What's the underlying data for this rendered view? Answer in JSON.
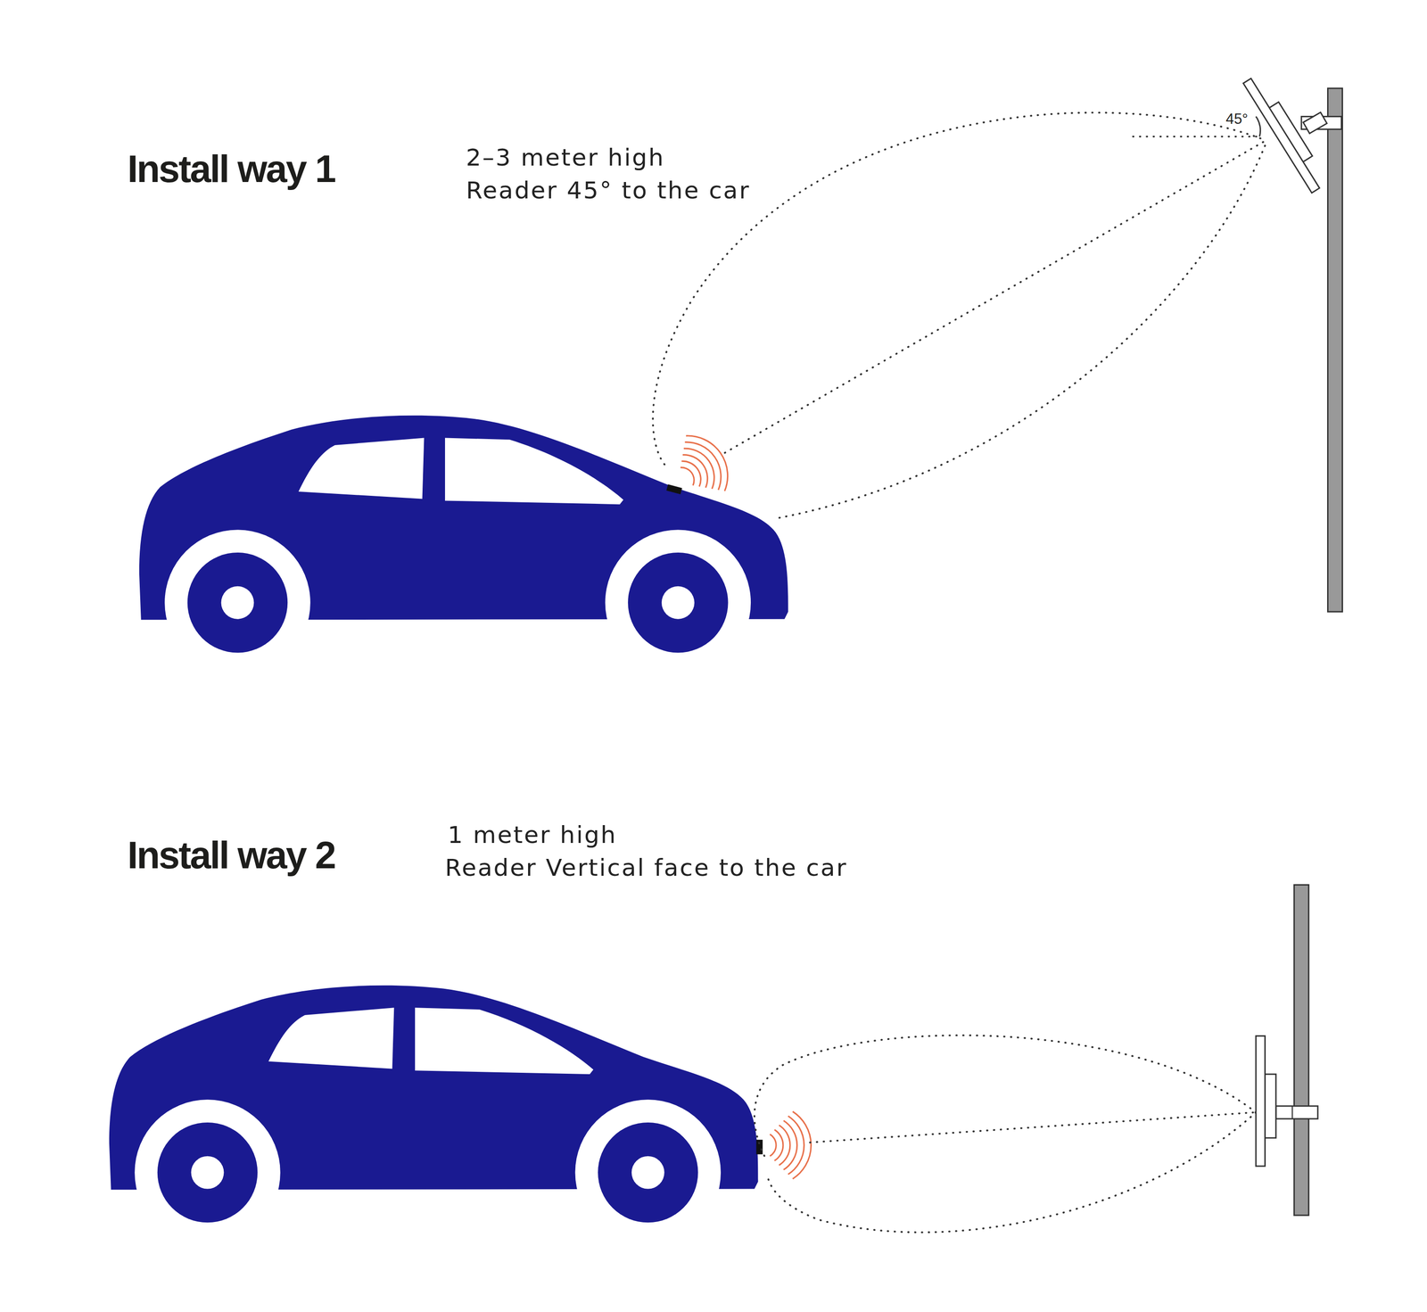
{
  "diagram": {
    "labels": [
      "Install way 1",
      "2–3 meter high",
      "Reader 45° to the car",
      "45°",
      "Install way 2",
      "1 meter high",
      "Reader Vertical face to the car"
    ]
  }
}
